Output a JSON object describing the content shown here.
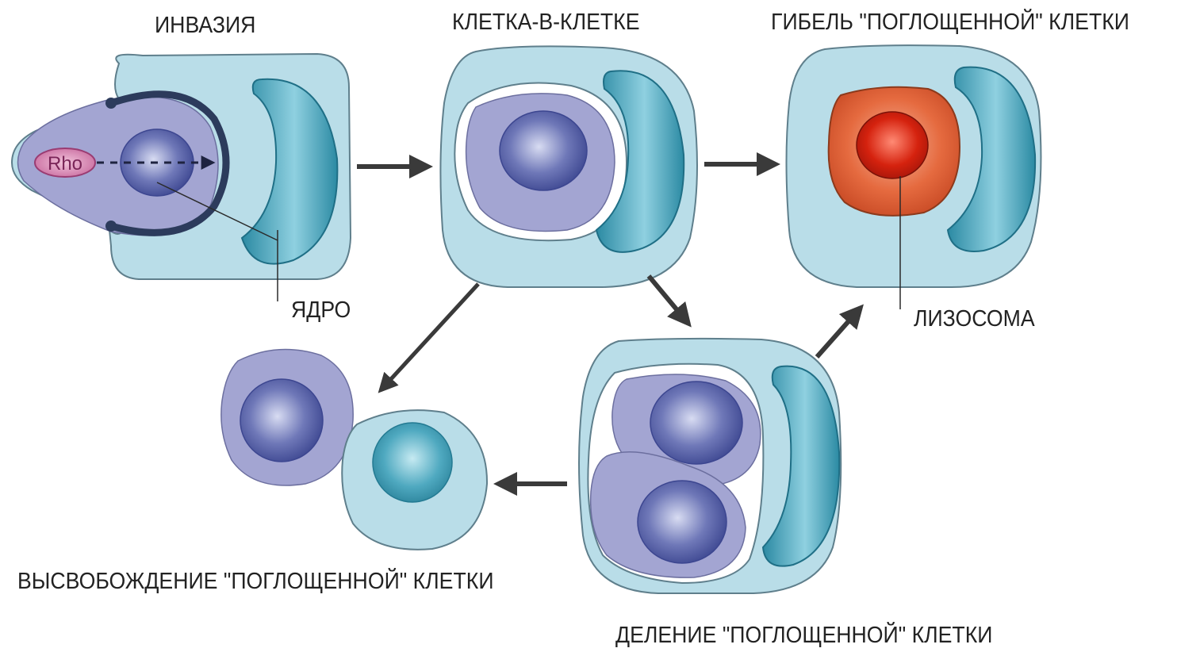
{
  "labels": {
    "invasion": "ИНВАЗИЯ",
    "cell_in_cell": "КЛЕТКА-В-КЛЕТКЕ",
    "death": "ГИБЕЛЬ \"ПОГЛОЩЕННОЙ\" КЛЕТКИ",
    "nucleus": "ЯДРО",
    "lysosome": "ЛИЗОСОМА",
    "release": "ВЫСВОБОЖДЕНИЕ \"ПОГЛОЩЕННОЙ\" КЛЕТКИ",
    "division": "ДЕЛЕНИЕ \"ПОГЛОЩЕННОЙ\" КЛЕТКИ",
    "rho": "Rho"
  },
  "colors": {
    "host_cell": "#b9dde8",
    "host_outline": "#5f7f8c",
    "host_nucleus": "#2f8fa8",
    "engulfed_cell": "#9ea3d0",
    "engulfed_nucleus": "#4a56a0",
    "lysosome": "#e06a40",
    "lysosome_core": "#c81e10",
    "arrow": "#3a3a3a",
    "rho": "#c86a9e"
  }
}
